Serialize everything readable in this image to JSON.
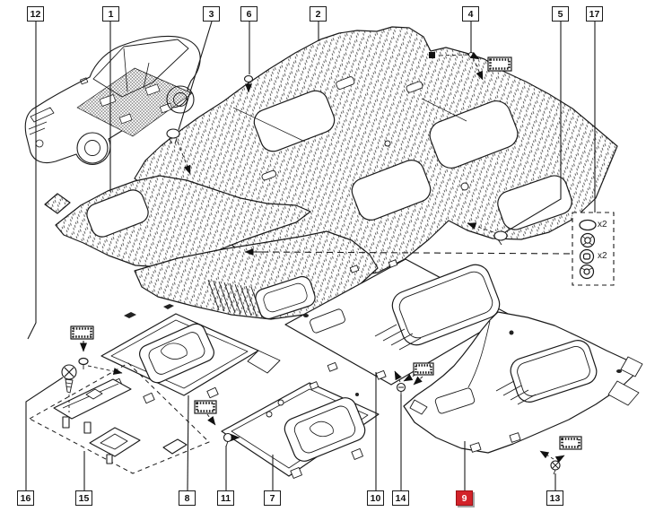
{
  "colors": {
    "background": "#ffffff",
    "line": "#1a1a1a",
    "highlight": "#d2232a"
  },
  "callouts": {
    "top": [
      {
        "label": "12"
      },
      {
        "label": "1"
      },
      {
        "label": "3"
      },
      {
        "label": "6"
      },
      {
        "label": "2"
      },
      {
        "label": "4"
      },
      {
        "label": "5"
      },
      {
        "label": "17"
      }
    ],
    "bottom": [
      {
        "label": "16"
      },
      {
        "label": "15"
      },
      {
        "label": "8"
      },
      {
        "label": "11"
      },
      {
        "label": "7"
      },
      {
        "label": "10"
      },
      {
        "label": "14"
      },
      {
        "label": "9",
        "highlighted": true
      },
      {
        "label": "13"
      }
    ],
    "highlighted_label": "9"
  },
  "legend": {
    "rows": [
      {
        "fastener": "oval-grommet",
        "qty": "x2"
      },
      {
        "fastener": "ring-grommet",
        "qty": ""
      },
      {
        "fastener": "push-clip",
        "qty": "x2"
      },
      {
        "fastener": "screw-clip",
        "qty": ""
      }
    ]
  }
}
